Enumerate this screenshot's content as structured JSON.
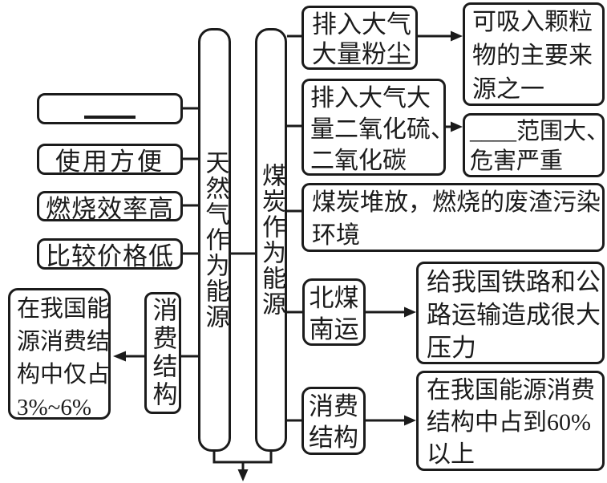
{
  "colors": {
    "ink": "#1b1b1b",
    "background": "#ffffff"
  },
  "boxes": {
    "blank_advantage": {
      "label": "____"
    },
    "convenient": {
      "label": "使用方便"
    },
    "efficiency": {
      "label": "燃烧效率高"
    },
    "price": {
      "label": "比较价格低"
    },
    "gas_share": {
      "lines": [
        "在我国能",
        "源消费结",
        "构中仅占",
        "3%~6%"
      ]
    },
    "gas_consumption": {
      "label": "消费结构"
    },
    "gas_bar": {
      "label": "天然气作为能源"
    },
    "coal_bar": {
      "label": "煤炭作为能源"
    },
    "dust": {
      "lines": [
        "排入大气",
        "大量粉尘"
      ]
    },
    "inhalable": {
      "lines": [
        "可吸入颗粒",
        "物的主要来",
        "源之一"
      ]
    },
    "so2": {
      "lines": [
        "排入大气大",
        "量二氧化硫、",
        "二氧化碳"
      ]
    },
    "range": {
      "lines": [
        "____范围大、",
        "危害严重"
      ]
    },
    "residue": {
      "lines": [
        "煤炭堆放，燃烧的废渣污染",
        "环境"
      ]
    },
    "transport": {
      "lines": [
        "北煤",
        "南运"
      ]
    },
    "pressure": {
      "lines": [
        "给我国铁路和公",
        "路运输造成很大",
        "压力"
      ]
    },
    "coal_consumption": {
      "lines": [
        "消费",
        "结构"
      ]
    },
    "coal_share": {
      "lines": [
        "在我国能源消费",
        "结构中占到60%",
        "以上"
      ]
    }
  }
}
